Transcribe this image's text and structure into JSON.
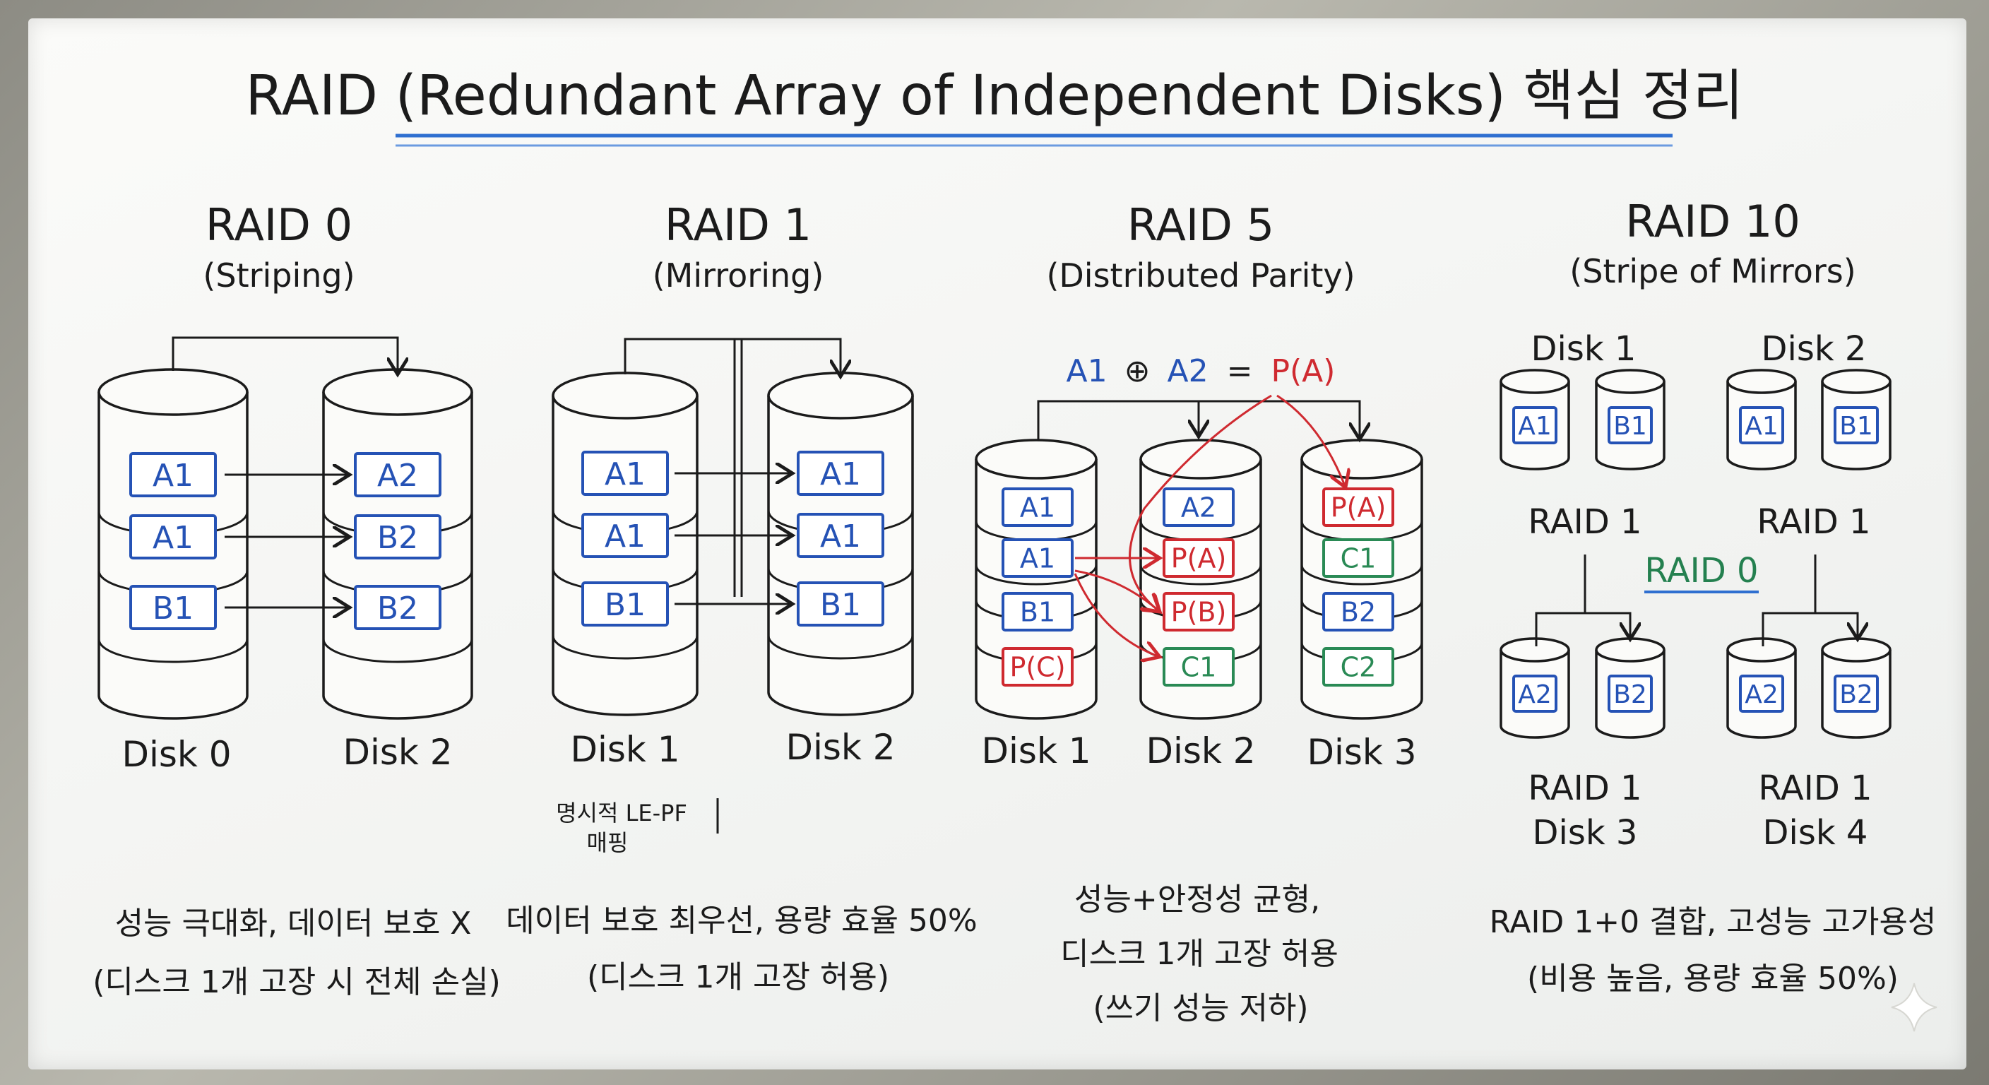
{
  "title": "RAID (Redundant Array of Independent Disks) 핵심 정리",
  "colors": {
    "ink": "#1b1b1b",
    "blue": "#2552b5",
    "red": "#cf2a30",
    "green": "#2a8a55"
  },
  "raid0": {
    "name": "RAID 0",
    "subtitle": "(Striping)",
    "disk_labels": [
      "Disk 0",
      "Disk 2"
    ],
    "blocks_left": [
      "A1",
      "A1",
      "B1"
    ],
    "blocks_right": [
      "A2",
      "B2",
      "B2"
    ],
    "desc": [
      "성능 극대화, 데이터 보호 X",
      "(디스크 1개 고장 시 전체 손실)"
    ]
  },
  "raid1": {
    "name": "RAID 1",
    "subtitle": "(Mirroring)",
    "disk_labels": [
      "Disk 1",
      "Disk 2"
    ],
    "blocks_left": [
      "A1",
      "A1",
      "B1"
    ],
    "blocks_right": [
      "A1",
      "A1",
      "B1"
    ],
    "note": [
      "명시적 LE-PF",
      "매핑"
    ],
    "desc": [
      "데이터 보호 최우선, 용량 효율 50%",
      "(디스크 1개 고장 허용)"
    ]
  },
  "raid5": {
    "name": "RAID 5",
    "subtitle": "(Distributed Parity)",
    "formula": {
      "a": "A1",
      "op": "⊕",
      "b": "A2",
      "eq": "=",
      "result": "P(A)"
    },
    "disk_labels": [
      "Disk 1",
      "Disk 2",
      "Disk 3"
    ],
    "disk1_blocks": [
      "A1",
      "A1",
      "B1",
      "P(C)"
    ],
    "disk2_blocks": [
      "A2",
      "P(A)",
      "P(B)",
      "C1"
    ],
    "disk3_blocks": [
      "P(A)",
      "C1",
      "B2",
      "C2"
    ],
    "desc": [
      "성능+안정성 균형,",
      "디스크 1개 고장 허용",
      "(쓰기 성능 저하)"
    ]
  },
  "raid10": {
    "name": "RAID 10",
    "subtitle": "(Stripe of Mirrors)",
    "top_labels": [
      "Disk 1",
      "Disk 2"
    ],
    "top_blocks": [
      "A1",
      "B1",
      "A1",
      "B1"
    ],
    "mirror_labels": [
      "RAID 1",
      "RAID 1"
    ],
    "stripe_label": "RAID 0",
    "bottom_blocks": [
      "A2",
      "B2",
      "A2",
      "B2"
    ],
    "bottom_labels": [
      [
        "RAID 1",
        "Disk 3"
      ],
      [
        "RAID 1",
        "Disk 4"
      ]
    ],
    "desc": [
      "RAID 1+0 결합, 고성능 고가용성",
      "(비용 높음, 용량 효율 50%)"
    ]
  }
}
